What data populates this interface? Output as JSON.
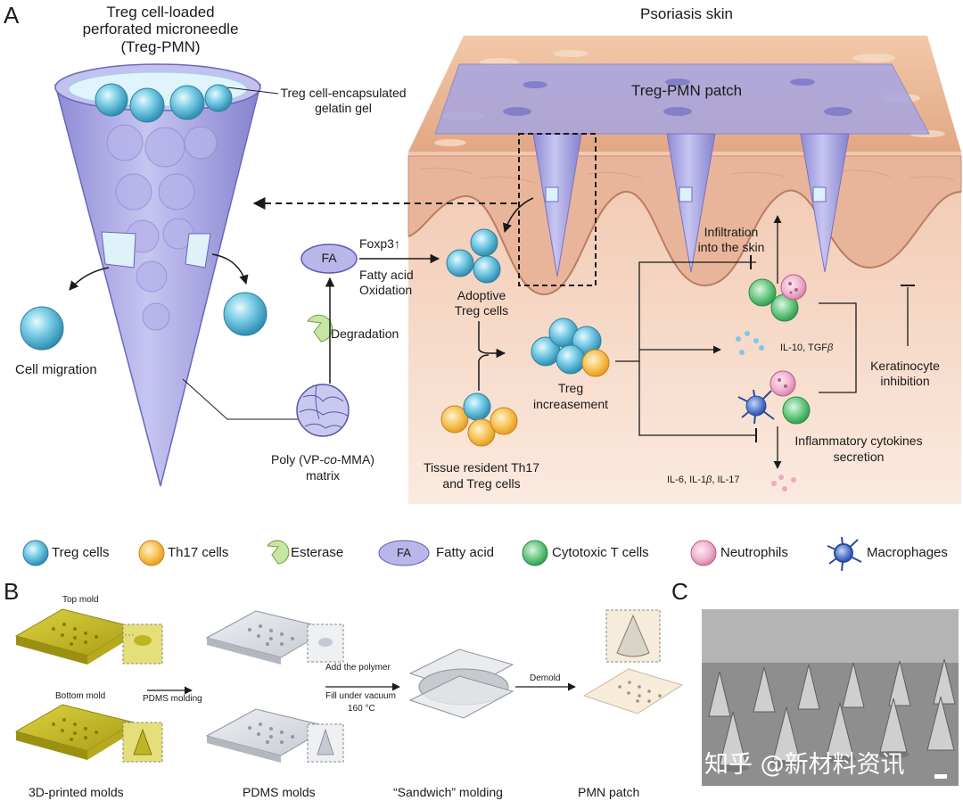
{
  "panels": {
    "a": "A",
    "b": "B",
    "c": "C"
  },
  "panel_a": {
    "mn_title_1": "Treg cell-loaded",
    "mn_title_2": "perforated microneedle",
    "mn_title_3": "(Treg-PMN)",
    "gel_label_1": "Treg cell-encapsulated",
    "gel_label_2": "gelatin gel",
    "cell_migration": "Cell migration",
    "fa_badge": "FA",
    "foxp3": "Foxp3",
    "foxp3_arrow": "↑",
    "fatty_acid_ox_1": "Fatty acid",
    "fatty_acid_ox_2": "Oxidation",
    "degradation": "Degradation",
    "poly_1_a": "Poly (VP-",
    "poly_1_b": "co",
    "poly_1_c": "-MMA)",
    "poly_2": "matrix",
    "skin_title": "Psoriasis skin",
    "patch_label": "Treg-PMN patch",
    "adoptive_1": "Adoptive",
    "adoptive_2": "Treg cells",
    "treg_inc_1": "Treg",
    "treg_inc_2": "increasement",
    "tissue_1": "Tissue resident Th17",
    "tissue_2": "and Treg cells",
    "infiltration_1": "Infiltration",
    "infiltration_2": "into the skin",
    "il10": "IL-10, TGF",
    "beta": "β",
    "kera_1": "Keratinocyte",
    "kera_2": "inhibition",
    "inflam_1": "Inflammatory cytokines",
    "inflam_2": "secretion",
    "il6_a": "IL-6, IL-1",
    "il6_b": ", IL-17"
  },
  "legend": [
    {
      "label": "Treg cells",
      "icon": "treg-cell-icon"
    },
    {
      "label": "Th17 cells",
      "icon": "th17-cell-icon"
    },
    {
      "label": "Esterase",
      "icon": "esterase-icon"
    },
    {
      "label": "Fatty acid",
      "icon": "fatty-acid-icon",
      "badge": "FA"
    },
    {
      "label": "Cytotoxic T cells",
      "icon": "cytotoxic-t-cell-icon"
    },
    {
      "label": "Neutrophils",
      "icon": "neutrophil-icon"
    },
    {
      "label": "Macrophages",
      "icon": "macrophage-icon"
    }
  ],
  "panel_b": {
    "top_mold": "Top mold",
    "bottom_mold": "Bottom mold",
    "pdms_molding": "PDMS molding",
    "add_polymer": "Add the polymer",
    "fill_vacuum": "Fill under vacuum",
    "temp": "160 °C",
    "demold": "Demold",
    "cap_printed": "3D-printed molds",
    "cap_pdms": "PDMS molds",
    "cap_sandwich": "“Sandwich” molding",
    "cap_patch": "PMN patch"
  },
  "panel_c": {
    "watermark": "知乎 @新材料资讯"
  },
  "colors": {
    "treg": "#5fb9d6",
    "th17": "#f3b640",
    "cytotoxic": "#4bb36a",
    "neutrophil": "#e8a5c2",
    "macrophage": "#3d63b8",
    "needle": "#a9a6e2",
    "skin": "#e9b89a",
    "mold_yellow": "#c9bd2c"
  }
}
